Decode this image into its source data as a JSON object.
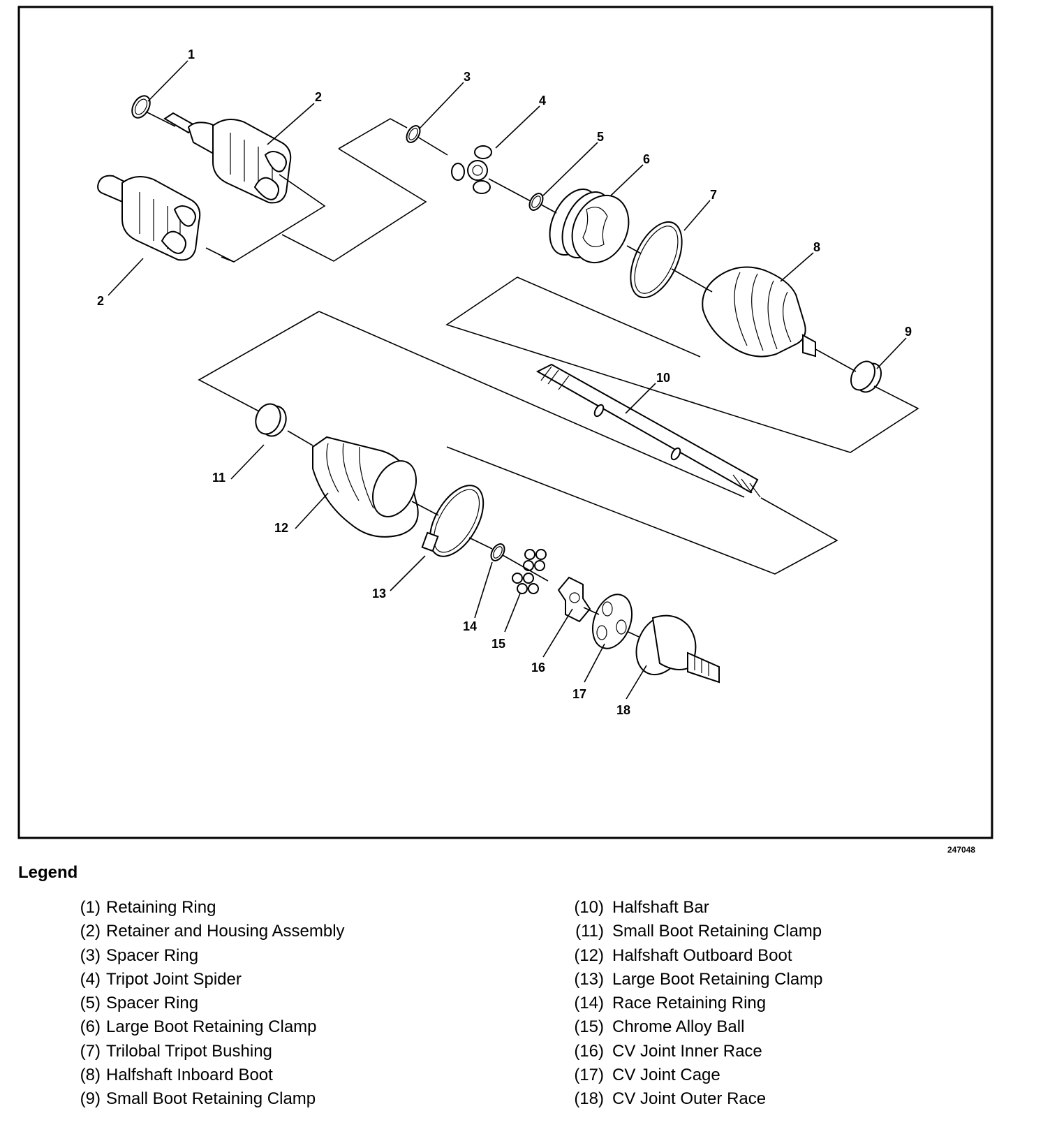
{
  "figure": {
    "id": "247048",
    "callouts": [
      "1",
      "2",
      "3",
      "4",
      "5",
      "6",
      "7",
      "8",
      "9",
      "10",
      "11",
      "12",
      "13",
      "14",
      "15",
      "16",
      "17",
      "18",
      "2"
    ]
  },
  "legend": {
    "title": "Legend",
    "left": [
      {
        "num": "(1)",
        "text": "Retaining Ring"
      },
      {
        "num": "(2)",
        "text": "Retainer and Housing Assembly"
      },
      {
        "num": "(3)",
        "text": "Spacer Ring"
      },
      {
        "num": "(4)",
        "text": "Tripot Joint Spider"
      },
      {
        "num": "(5)",
        "text": "Spacer Ring"
      },
      {
        "num": "(6)",
        "text": "Large Boot Retaining Clamp"
      },
      {
        "num": "(7)",
        "text": "Trilobal Tripot Bushing"
      },
      {
        "num": "(8)",
        "text": "Halfshaft Inboard Boot"
      },
      {
        "num": "(9)",
        "text": "Small Boot Retaining Clamp"
      }
    ],
    "right": [
      {
        "num": "(10)",
        "text": "Halfshaft Bar"
      },
      {
        "num": "(11)",
        "text": "Small Boot Retaining Clamp"
      },
      {
        "num": "(12)",
        "text": "Halfshaft Outboard Boot"
      },
      {
        "num": "(13)",
        "text": "Large Boot Retaining Clamp"
      },
      {
        "num": "(14)",
        "text": "Race Retaining Ring"
      },
      {
        "num": "(15)",
        "text": "Chrome Alloy Ball"
      },
      {
        "num": "(16)",
        "text": "CV Joint Inner Race"
      },
      {
        "num": "(17)",
        "text": "CV Joint Cage"
      },
      {
        "num": "(18)",
        "text": "CV Joint Outer Race"
      }
    ]
  }
}
